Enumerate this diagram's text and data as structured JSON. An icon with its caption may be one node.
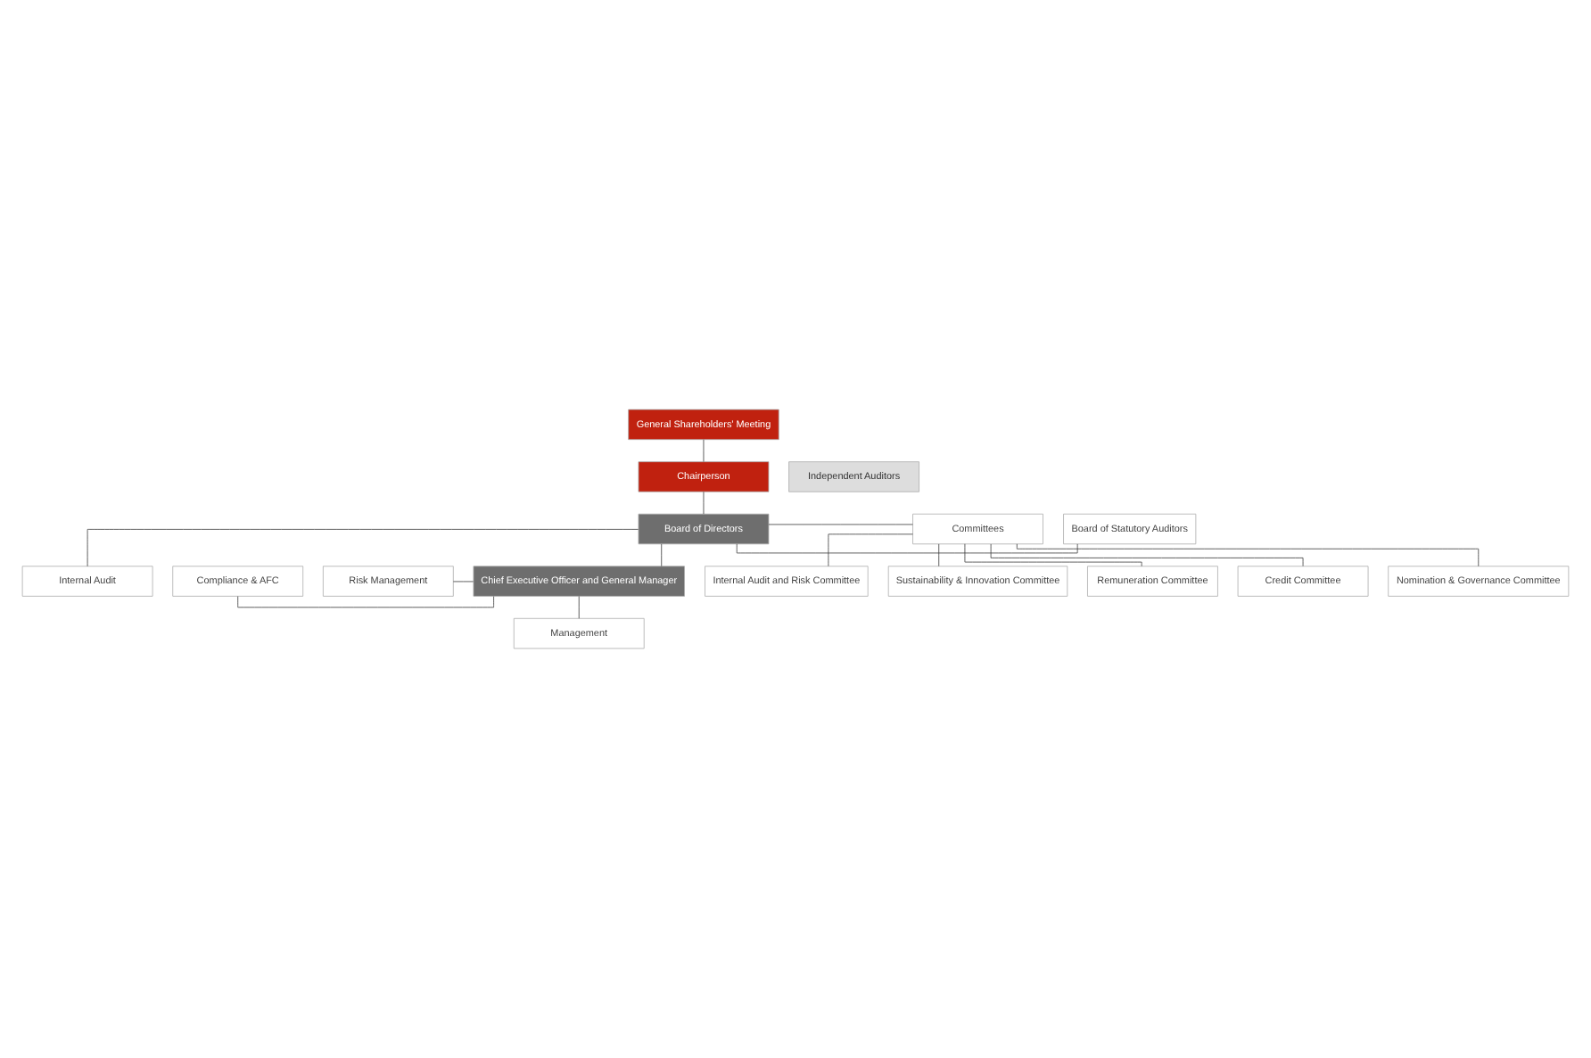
{
  "diagram": {
    "nodes": [
      {
        "text": [
          "General Shareholders’ Meeting"
        ]
      },
      {
        "text": [
          "Chairperson"
        ]
      },
      {
        "text": [
          "Independent Auditors"
        ]
      },
      {
        "text": [
          "Board of Statutory Auditors"
        ]
      },
      {
        "text": [
          "Board of Directors"
        ]
      },
      {
        "text": [
          "Committees"
        ]
      },
      {
        "text": [
          "Internal Audit"
        ]
      },
      {
        "text": [
          "Compliance & AFC"
        ]
      },
      {
        "text": [
          "Risk Management"
        ]
      },
      {
        "text": [
          "Chief Executive Officer and General Manager"
        ]
      },
      {
        "text": [
          "Management"
        ]
      },
      {
        "text": [
          "Internal Audit and Risk Committee"
        ]
      },
      {
        "text": [
          "Sustainability & Innovation Committee"
        ]
      },
      {
        "text": [
          "Remuneration Committee"
        ]
      },
      {
        "text": [
          "Credit Committee"
        ]
      },
      {
        "text": [
          "Nomination & Governance Committee"
        ]
      }
    ],
    "edges": [
      {
        "from": 0,
        "to": 1,
        "arrow": "none"
      },
      {
        "from": 1,
        "to": 4,
        "arrow": "none"
      },
      {
        "from": 4,
        "to": 3,
        "arrow": "none"
      },
      {
        "from": 4,
        "to": 5,
        "arrow": "none"
      },
      {
        "from": 4,
        "to": 6,
        "arrow": "none"
      },
      {
        "from": 4,
        "to": 9,
        "arrow": "none"
      },
      {
        "from": 7,
        "to": 9,
        "arrow": "none"
      },
      {
        "from": 8,
        "to": 9,
        "arrow": "none"
      },
      {
        "from": 9,
        "to": 10,
        "arrow": "none"
      },
      {
        "from": 5,
        "to": 11,
        "arrow": "none"
      },
      {
        "from": 5,
        "to": 12,
        "arrow": "none"
      },
      {
        "from": 5,
        "to": 13,
        "arrow": "none"
      },
      {
        "from": 5,
        "to": 14,
        "arrow": "none"
      },
      {
        "from": 5,
        "to": 15,
        "arrow": "none"
      }
    ]
  }
}
